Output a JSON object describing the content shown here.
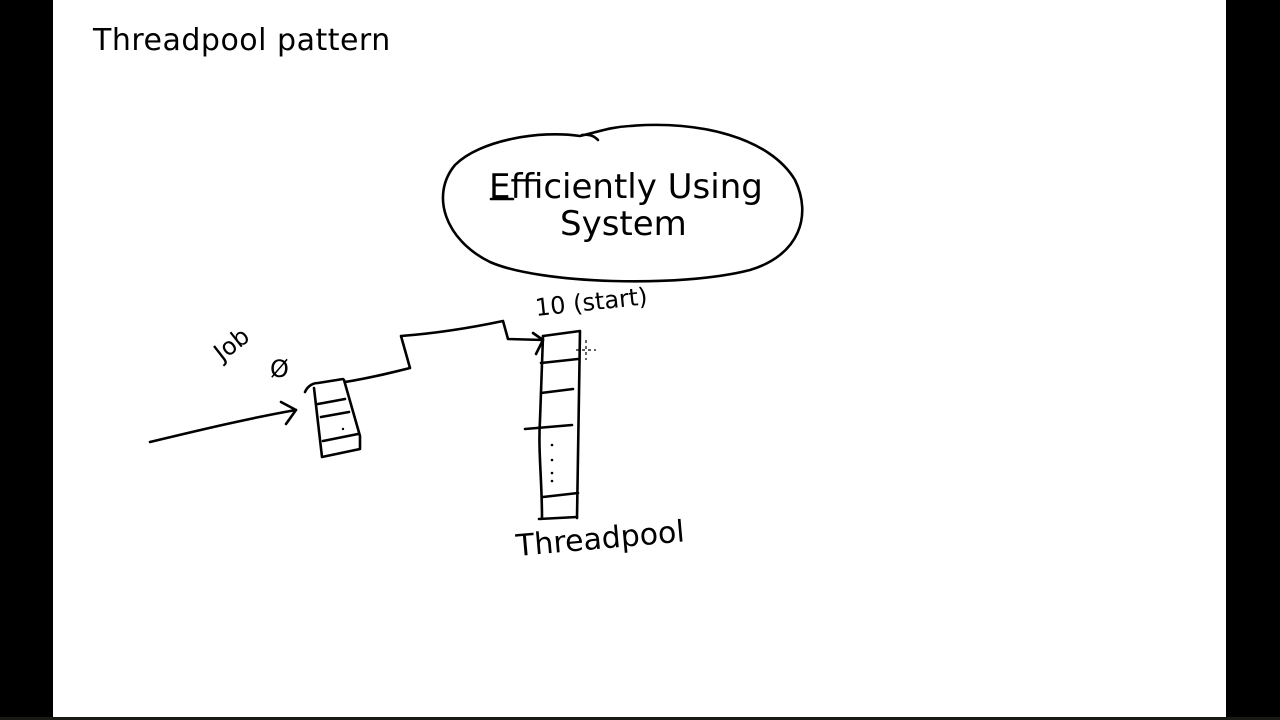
{
  "page": {
    "title": "Threadpool pattern"
  },
  "diagram": {
    "goal_bubble": {
      "line1": "Efficiently Using",
      "line2": "System"
    },
    "job_label": "Job",
    "job_symbol": "Ø",
    "threadpool_count_label": "10  (start)",
    "threadpool_label": "Threadpool",
    "ellipsis": "⋮"
  },
  "colors": {
    "ink": "#000000",
    "canvas": "#ffffff",
    "letterbox": "#000000"
  }
}
